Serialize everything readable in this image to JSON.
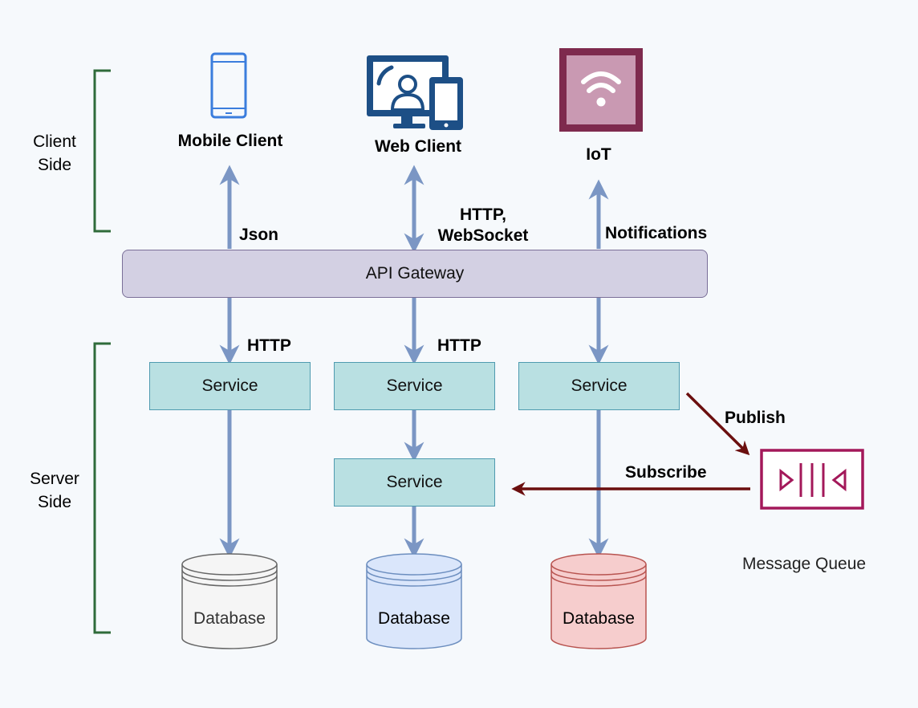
{
  "clients": {
    "mobile": {
      "label": "Mobile Client",
      "icon": "smartphone-icon"
    },
    "web": {
      "label": "Web Client",
      "icon": "desktop-user-device-icon"
    },
    "iot": {
      "label": "IoT",
      "icon": "wifi-icon"
    }
  },
  "brackets": {
    "client": [
      "Client",
      "Side"
    ],
    "server": [
      "Server",
      "Side"
    ]
  },
  "gateway": {
    "label": "API Gateway"
  },
  "protocols": {
    "json": "Json",
    "http_ws_line1": "HTTP,",
    "http_ws_line2": "WebSocket",
    "notifications": "Notifications",
    "http_left": "HTTP",
    "http_mid": "HTTP"
  },
  "services": {
    "left": "Service",
    "mid": "Service",
    "right": "Service",
    "mid_lower": "Service"
  },
  "databases": {
    "left": "Database",
    "mid": "Database",
    "right": "Database"
  },
  "queue": {
    "label": "Message Queue",
    "icon": "message-queue-icon",
    "publish": "Publish",
    "subscribe": "Subscribe"
  },
  "colors": {
    "background": "#f6f9fc",
    "arrow": "#7b96c4",
    "queue_arrow": "#6b0f0f",
    "bracket": "#2f6b3a",
    "service_fill": "#b9e0e2",
    "gateway_fill": "#d3d0e3",
    "iot_fill": "#7e2a4e",
    "queue_stroke": "#a3185a",
    "db_left_fill": "#f5f5f5",
    "db_mid_fill": "#dae6fb",
    "db_right_fill": "#f6cdcd"
  }
}
